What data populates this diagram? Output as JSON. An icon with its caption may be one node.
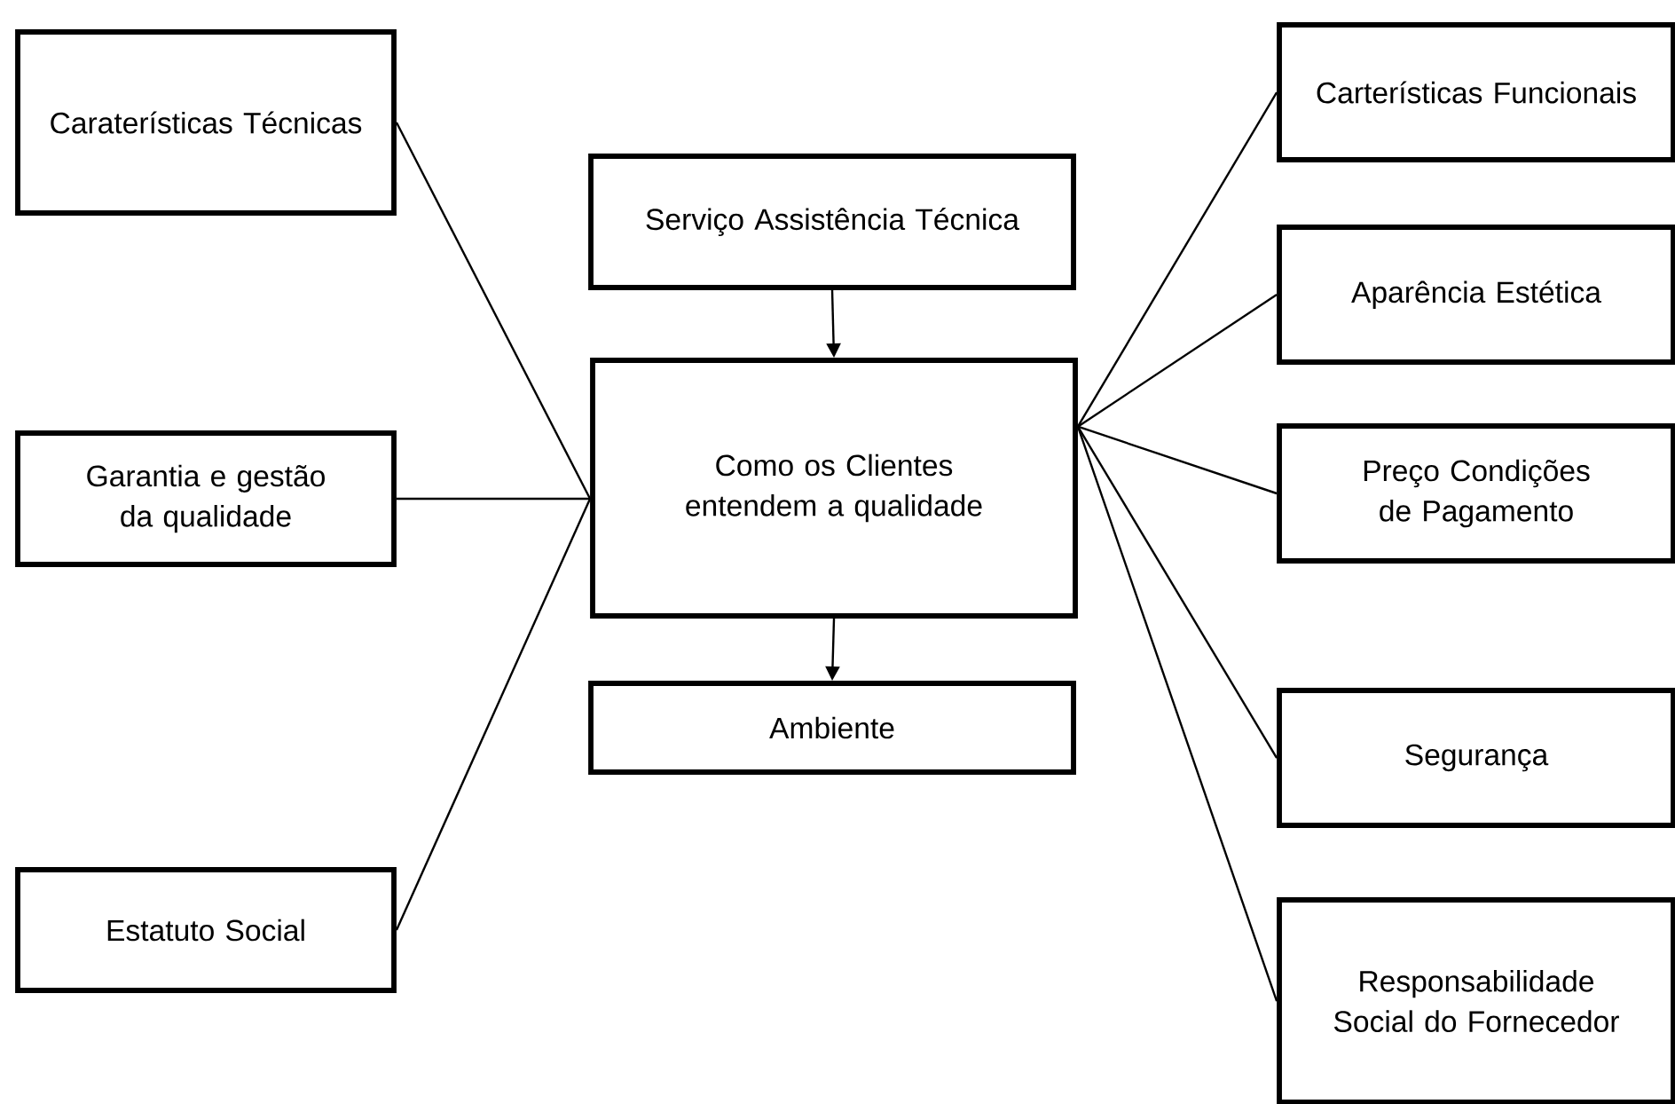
{
  "diagram": {
    "nodes": [
      {
        "text": [
          "Caraterísticas Técnicas"
        ]
      },
      {
        "text": [
          "Carterísticas Funcionais"
        ]
      },
      {
        "text": [
          "Serviço Assistência Técnica"
        ]
      },
      {
        "text": [
          "Aparência Estética"
        ]
      },
      {
        "text": [
          "Garantia e gestão da qualidade"
        ]
      },
      {
        "text": [
          "Como os Clientes entendem a qualidade"
        ]
      },
      {
        "text": [
          "Preço Condições de Pagamento"
        ]
      },
      {
        "text": [
          "Ambiente"
        ]
      },
      {
        "text": [
          "Segurança"
        ]
      },
      {
        "text": [
          "Estatuto Social"
        ]
      },
      {
        "text": [
          "Responsabilidade Social do Fornecedor"
        ]
      }
    ],
    "edges": [
      {
        "from": 0,
        "to": 5,
        "arrow": "none"
      },
      {
        "from": 4,
        "to": 5,
        "arrow": "none"
      },
      {
        "from": 9,
        "to": 5,
        "arrow": "none"
      },
      {
        "from": 2,
        "to": 5,
        "arrow": "to"
      },
      {
        "from": 5,
        "to": 7,
        "arrow": "to"
      },
      {
        "from": 5,
        "to": 1,
        "arrow": "none"
      },
      {
        "from": 5,
        "to": 3,
        "arrow": "none"
      },
      {
        "from": 5,
        "to": 6,
        "arrow": "none"
      },
      {
        "from": 5,
        "to": 8,
        "arrow": "none"
      },
      {
        "from": 5,
        "to": 10,
        "arrow": "none"
      }
    ]
  }
}
